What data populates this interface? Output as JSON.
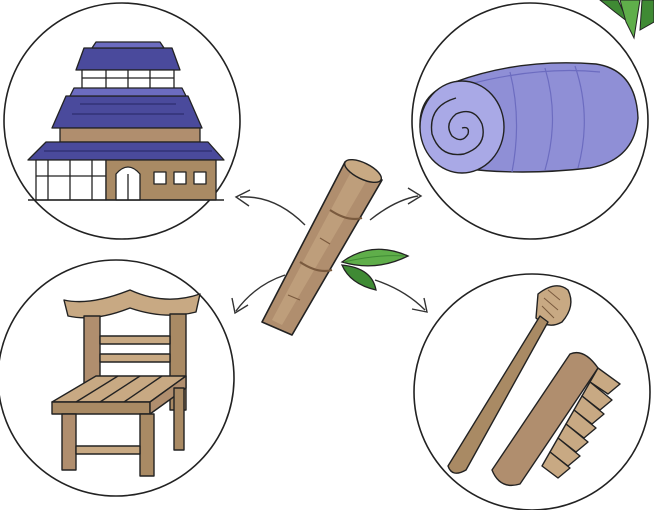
{
  "diagram": {
    "center": "bamboo-stalk",
    "products": [
      {
        "id": "house",
        "icon": "traditional-house-icon"
      },
      {
        "id": "towel",
        "icon": "rolled-towel-icon"
      },
      {
        "id": "chair",
        "icon": "wooden-chair-icon"
      },
      {
        "id": "toothbrush-comb",
        "icon": "toothbrush-and-comb-icon"
      }
    ]
  },
  "colors": {
    "outline": "#222222",
    "bamboo": "#b08e6e",
    "bamboo_dark": "#7a5a3e",
    "roof": "#4a4a9c",
    "roof_light": "#6c6cc0",
    "towel": "#8f8fd6",
    "towel_light": "#a9a9e6",
    "leaf": "#5fae4a",
    "leaf_dark": "#3f8a34",
    "wood_light": "#c8a983",
    "wood": "#a98a64"
  }
}
